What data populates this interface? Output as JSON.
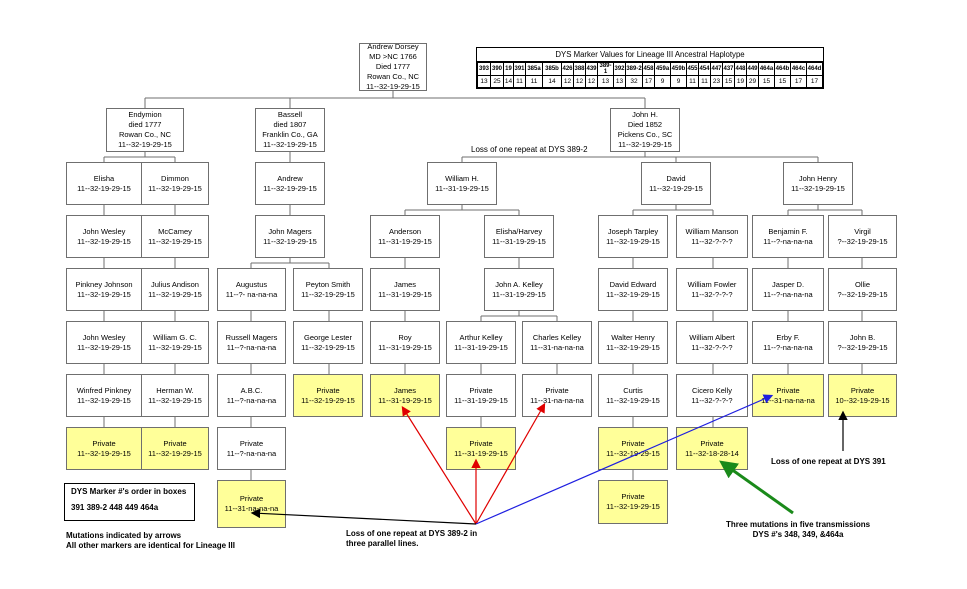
{
  "root": {
    "lines": [
      "Andrew Dorsey",
      "MD >NC 1766",
      "Died 1777",
      "Rowan Co., NC",
      "11--32-19-29-15"
    ]
  },
  "generation1": [
    {
      "lines": [
        "Endymion",
        "died 1777",
        "Rowan Co., NC",
        "11--32-19-29-15"
      ]
    },
    {
      "lines": [
        "Bassell",
        "died 1807",
        "Franklin Co., GA",
        "11--32-19-29-15"
      ]
    },
    {
      "lines": [
        "John H.",
        "Died 1852",
        "Pickens Co., SC",
        "11--32-19-29-15"
      ]
    }
  ],
  "boxes": {
    "elisha": [
      "Elisha",
      "11--32-19-29-15"
    ],
    "dimmon": [
      "Dimmon",
      "11--32-19-29-15"
    ],
    "andrew": [
      "Andrew",
      "11--32-19-29-15"
    ],
    "william_h": [
      "William H.",
      "11--31-19-29-15"
    ],
    "david": [
      "David",
      "11--32-19-29-15"
    ],
    "john_henry": [
      "John Henry",
      "11--32-19-29-15"
    ],
    "john_wesley_1": [
      "John Wesley",
      "11--32-19-29-15"
    ],
    "mccamey": [
      "McCamey",
      "11--32-19-29-15"
    ],
    "john_magers": [
      "John Magers",
      "11--32-19-29-15"
    ],
    "anderson": [
      "Anderson",
      "11--31-19-29-15"
    ],
    "elisha_harvey": [
      "Elisha/Harvey",
      "11--31-19-29-15"
    ],
    "joseph_tarpley": [
      "Joseph Tarpley",
      "11--32-19-29-15"
    ],
    "william_manson": [
      "William Manson",
      "11--32-?-?-?"
    ],
    "benjamin_f": [
      "Benjamin F.",
      "11--?-na-na-na"
    ],
    "virgil": [
      "Virgil",
      "?--32-19-29-15"
    ],
    "pinkney_johnson": [
      "Pinkney Johnson",
      "11--32-19-29-15"
    ],
    "julius_andison": [
      "Julius Andison",
      "11--32-19-29-15"
    ],
    "augustus": [
      "Augustus",
      "11--?- na-na-na"
    ],
    "peyton_smith": [
      "Peyton Smith",
      "11--32-19-29-15"
    ],
    "james_1": [
      "James",
      "11--31-19-29-15"
    ],
    "john_a_kelley": [
      "John A. Kelley",
      "11--31-19-29-15"
    ],
    "david_edward": [
      "David Edward",
      "11--32-19-29-15"
    ],
    "william_fowler": [
      "William Fowler",
      "11--32-?-?-?"
    ],
    "jasper_d": [
      "Jasper D.",
      "11--?-na-na-na"
    ],
    "ollie": [
      "Ollie",
      "?--32-19-29-15"
    ],
    "john_wesley_2": [
      "John Wesley",
      "11--32-19-29-15"
    ],
    "william_g_c": [
      "William G. C.",
      "11--32-19-29-15"
    ],
    "russell_magers": [
      "Russell Magers",
      "11--?-na-na-na"
    ],
    "george_lester": [
      "George Lester",
      "11--32-19-29-15"
    ],
    "roy": [
      "Roy",
      "11--31-19-29-15"
    ],
    "arthur_kelley": [
      "Arthur Kelley",
      "11--31-19-29-15"
    ],
    "charles_kelley": [
      "Charles Kelley",
      "11--31-na-na-na"
    ],
    "walter_henry": [
      "Walter Henry",
      "11--32-19-29-15"
    ],
    "william_albert": [
      "William Albert",
      "11--32-?-?-?"
    ],
    "erby_f": [
      "Erby F.",
      "11--?-na-na-na"
    ],
    "john_b": [
      "John B.",
      "?--32-19-29-15"
    ],
    "winfred_pinkney": [
      "Winfred Pinkney",
      "11--32-19-29-15"
    ],
    "herman_w": [
      "Herman W.",
      "11--32-19-29-15"
    ],
    "abc": [
      "A.B.C.",
      "11--?-na-na-na"
    ],
    "private_peyton": [
      "Private",
      "11--32-19-29-15"
    ],
    "james_2": [
      "James",
      "11--31-19-29-15"
    ],
    "private_arthur": [
      "Private",
      "11--31-19-29-15"
    ],
    "private_charles": [
      "Private",
      "11--31-na-na-na"
    ],
    "curtis": [
      "Curtis",
      "11--32-19-29-15"
    ],
    "cicero_kelly": [
      "Cicero Kelly",
      "11--32-?-?-?"
    ],
    "private_erby": [
      "Private",
      "11--31-na-na-na"
    ],
    "private_johnb": [
      "Private",
      "10--32-19-29-15"
    ],
    "private_winfred": [
      "Private",
      "11--32-19-29-15"
    ],
    "private_herman": [
      "Private",
      "11--32-19-29-15"
    ],
    "private_abc": [
      "Private",
      "11--?-na-na-na"
    ],
    "private_james": [
      "Private",
      "11--31-19-29-15"
    ],
    "private_curtis": [
      "Private",
      "11--32-19-29-15"
    ],
    "private_cicero": [
      "Private",
      "11--32-18-28-14"
    ],
    "private_abc2": [
      "Private",
      "11--31-na-na-na"
    ],
    "private_curtis2": [
      "Private",
      "11--32-19-29-15"
    ]
  },
  "marker_table": {
    "title": "DYS Marker Values for Lineage III Ancestral Haplotype",
    "markers": [
      "393",
      "390",
      "19",
      "391",
      "385a",
      "385b",
      "426",
      "388",
      "439",
      "389-1",
      "392",
      "389-2",
      "458",
      "459a",
      "459b",
      "455",
      "454",
      "447",
      "437",
      "448",
      "449",
      "464a",
      "464b",
      "464c",
      "464d"
    ],
    "values": [
      "13",
      "25",
      "14",
      "11",
      "11",
      "14",
      "12",
      "12",
      "12",
      "13",
      "13",
      "32",
      "17",
      "9",
      "9",
      "11",
      "11",
      "23",
      "15",
      "19",
      "29",
      "15",
      "15",
      "17",
      "17"
    ]
  },
  "annotations": {
    "loss_389_top": "Loss of one repeat at DYS 389-2",
    "loss_391": "Loss  of one repeat at DYS 391",
    "loss_389_bottom_1": "Loss of one repeat at DYS 389-2 in",
    "loss_389_bottom_2": "three parallel lines.",
    "three_mut_1": "Three mutations in five transmissions",
    "three_mut_2": "DYS #'s 348, 349, &464a",
    "mut_arrows": "Mutations indicated by arrows",
    "identical": "All other markers are identical for Lineage III"
  },
  "order_box": {
    "title": "DYS Marker #'s order in boxes",
    "values": "391   389-2  448  449  464a"
  },
  "colors": {
    "private_fill": "#ffff99",
    "red_arrow": "#e00000",
    "blue_arrow": "#1f1fe0",
    "green_arrow": "#1a8a1a",
    "line": "#6f6f6f"
  }
}
